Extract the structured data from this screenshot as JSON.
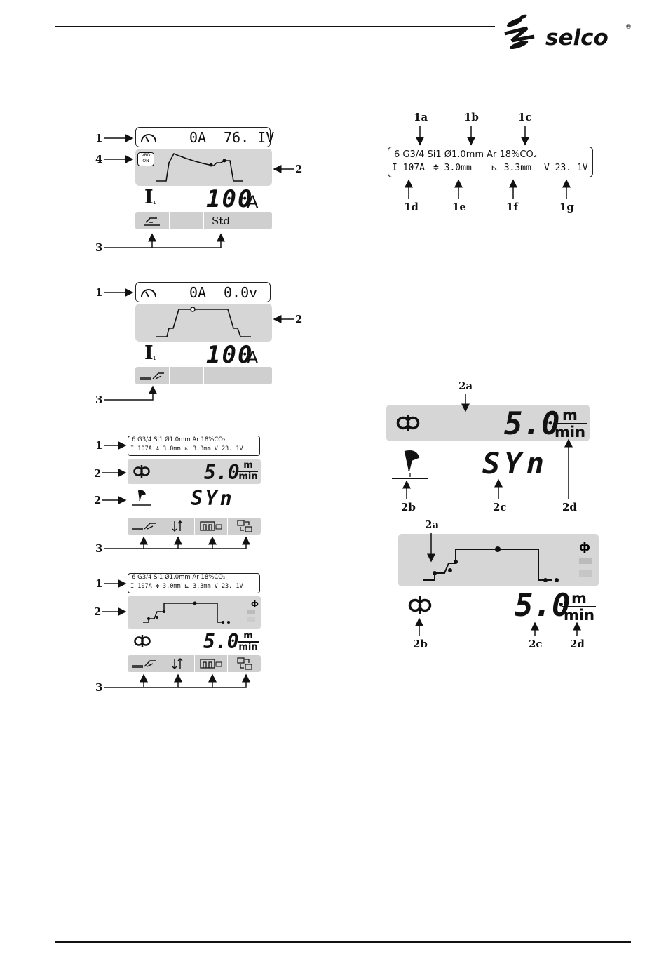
{
  "brand": {
    "name": "selco",
    "registered": "®"
  },
  "panel1": {
    "callouts": [
      "1",
      "4",
      "2",
      "3"
    ],
    "top_readout": {
      "current": "0A",
      "voltage": "76. IV"
    },
    "vrd_badge": [
      "VRD",
      "ON"
    ],
    "param_symbol": "I",
    "param_sub": "1",
    "param_value": "100",
    "param_unit": "A",
    "tabs": [
      "",
      "",
      "Std",
      ""
    ]
  },
  "panel2": {
    "callouts": [
      "1",
      "2",
      "3"
    ],
    "top_readout": {
      "current": "0A",
      "voltage": "0.0v"
    },
    "param_symbol": "I",
    "param_sub": "1",
    "param_value": "100",
    "param_unit": "A",
    "tabs": [
      "",
      "",
      "",
      ""
    ]
  },
  "panel3": {
    "callouts": [
      "1",
      "2",
      "2",
      "3"
    ],
    "info_line1": "6 G3/4 Si1  Ø1.0mm  Ar 18%CO₂",
    "info_line2": "I  107A  ≑  3.0mm  ⊾  3.3mm  V 23. 1V",
    "wire_value": "5.0",
    "unit_num": "m",
    "unit_den": "min",
    "mode_value": "SYn",
    "tabs": [
      "",
      "",
      "",
      ""
    ]
  },
  "panel4": {
    "callouts": [
      "1",
      "2",
      "3"
    ],
    "info_line1": "6 G3/4 Si1  Ø1.0mm  Ar 18%CO₂",
    "info_line2": "I  107A  ≑  3.0mm  ⊾  3.3mm  V 23. 1V",
    "wire_value": "5.0",
    "unit_num": "m",
    "unit_den": "min",
    "tabs": [
      "",
      "",
      "",
      ""
    ]
  },
  "detail_info": {
    "callouts_top": [
      "1a",
      "1b",
      "1c"
    ],
    "callouts_bottom": [
      "1d",
      "1e",
      "1f",
      "1g"
    ],
    "line1": "6 G3/4 Si1   Ø1.0mm   Ar 18%CO₂",
    "line2_current": "I  107A",
    "line2_wire": "≑  3.0mm",
    "line2_stickout": "⊾  3.3mm",
    "line2_voltage": "V 23. 1V"
  },
  "detail_speed": {
    "callouts": [
      "2a",
      "2b",
      "2c",
      "2d"
    ],
    "value": "5.0",
    "unit_num": "m",
    "unit_den": "min",
    "mode_value": "SYn"
  },
  "detail_graph": {
    "callouts": [
      "2a",
      "2b",
      "2c",
      "2d"
    ],
    "value": "5.0",
    "unit_num": "m",
    "unit_den": "min"
  }
}
